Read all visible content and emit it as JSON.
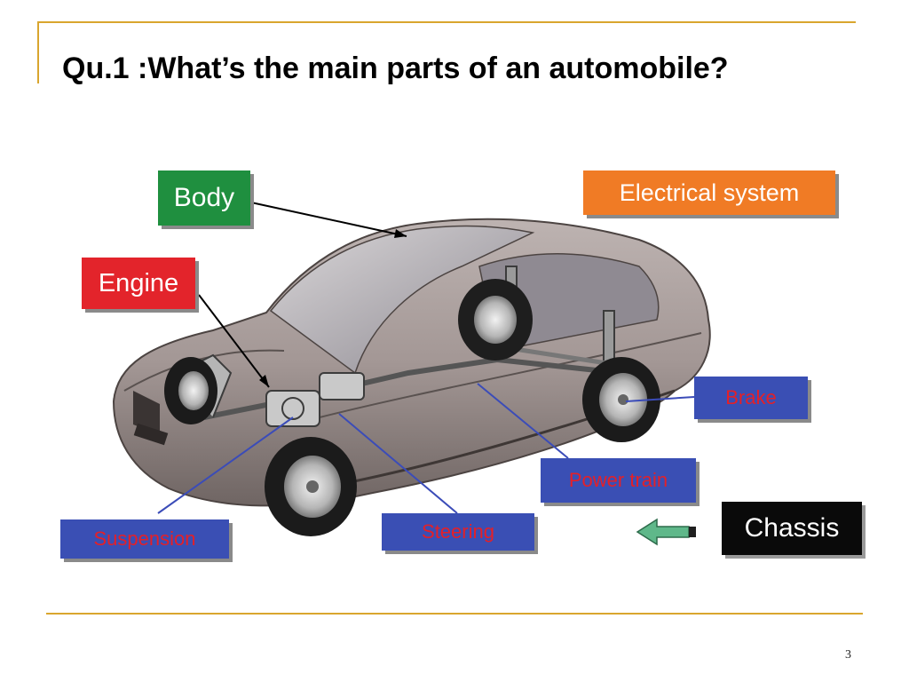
{
  "slide": {
    "title": "Qu.1 :What’s the main parts of an automobile?",
    "page_number": "3"
  },
  "labels": {
    "body": "Body",
    "engine": "Engine",
    "electrical_system": "Electrical system",
    "brake": "Brake",
    "power_train": "Power train",
    "steering": "Steering",
    "suspension": "Suspension",
    "chassis": "Chassis"
  },
  "colors": {
    "frame": "#d9a62e",
    "body_box": "#1f8f3f",
    "engine_box": "#e3242b",
    "electrical_box": "#f07b25",
    "chassis_component_box": "#3a4fb4",
    "chassis_component_text": "#e42028",
    "chassis_box": "#0a0a0a",
    "arrow_green": "#5fb88a"
  }
}
